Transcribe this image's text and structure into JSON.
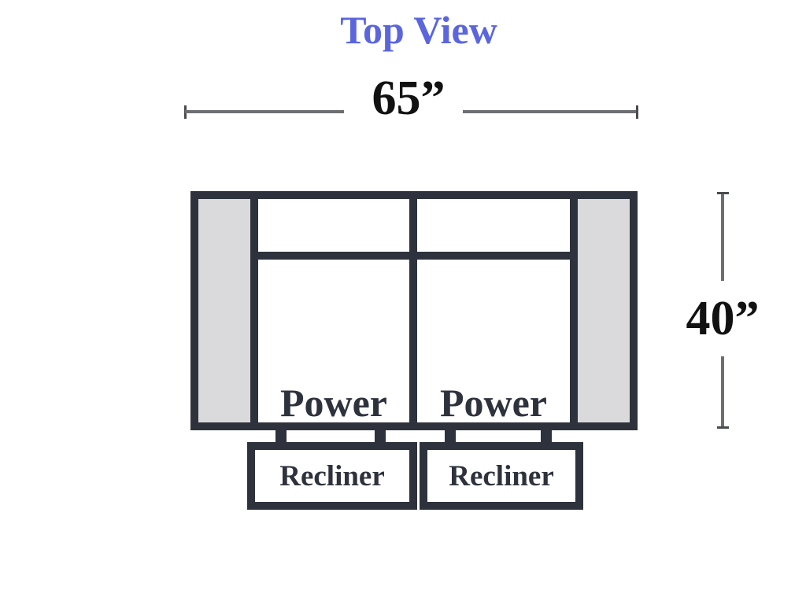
{
  "title": "Top View",
  "colors": {
    "accent_blue": "#5B66DD",
    "outline_dark": "#2E323C",
    "armrest_gray": "#DADADC",
    "dim_line_gray": "#6D6E72",
    "dim_tick_gray": "#4A4B4F",
    "label_black": "#121212"
  },
  "dimensions": {
    "width_label": "65”",
    "height_label": "40”"
  },
  "sofa": {
    "seats": [
      {
        "label": "Power"
      },
      {
        "label": "Power"
      }
    ],
    "recliners": [
      {
        "label": "Recliner"
      },
      {
        "label": "Recliner"
      }
    ]
  }
}
